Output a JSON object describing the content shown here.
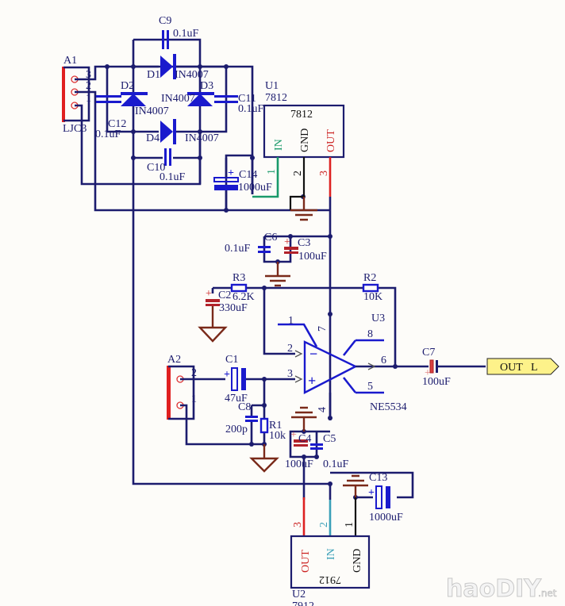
{
  "connectors": {
    "a1": {
      "ref": "A1",
      "type": "LJC3",
      "pins": [
        "3",
        "2",
        "1"
      ]
    },
    "a2": {
      "ref": "A2",
      "pins": [
        "2",
        "1"
      ]
    }
  },
  "diodes": [
    {
      "ref": "D1",
      "value": "IN4007"
    },
    {
      "ref": "D2",
      "value": "IN4007"
    },
    {
      "ref": "D3",
      "value": "IN4007"
    },
    {
      "ref": "D4",
      "value": "IN4007"
    }
  ],
  "capacitors": {
    "c9": {
      "ref": "C9",
      "value": "0.1uF"
    },
    "c10": {
      "ref": "C10",
      "value": "0.1uF"
    },
    "c11": {
      "ref": "C11",
      "value": "0.1uF"
    },
    "c12": {
      "ref": "C12",
      "value": "0.1uF"
    },
    "c14": {
      "ref": "C14",
      "value": "1000uF"
    },
    "c6": {
      "ref": "C6",
      "value": "0.1uF"
    },
    "c3": {
      "ref": "C3",
      "value": "100uF"
    },
    "c2": {
      "ref": "C2",
      "value": "330uF"
    },
    "c1": {
      "ref": "C1",
      "value": "47uF"
    },
    "c8": {
      "ref": "C8",
      "value": "200p"
    },
    "c4": {
      "ref": "C4",
      "value": "100uF"
    },
    "c5": {
      "ref": "C5",
      "value": "0.1uF"
    },
    "c7": {
      "ref": "C7",
      "value": "100uF"
    },
    "c13": {
      "ref": "C13",
      "value": "1000uF"
    }
  },
  "resistors": {
    "r1": {
      "ref": "R1",
      "value": "10k"
    },
    "r2": {
      "ref": "R2",
      "value": "10K"
    },
    "r3": {
      "ref": "R3",
      "value": "6.2K"
    }
  },
  "regulators": {
    "u1": {
      "ref": "U1",
      "part": "7812",
      "body_label": "7812",
      "pins": {
        "in": "IN",
        "gnd": "GND",
        "out": "OUT"
      },
      "pin_numbers": [
        "1",
        "2",
        "3"
      ]
    },
    "u2": {
      "ref": "U2",
      "part": "7912",
      "body_label": "7912",
      "pins": {
        "out": "OUT",
        "in": "IN",
        "gnd": "GND"
      },
      "pin_numbers": [
        "3",
        "2",
        "1"
      ]
    }
  },
  "opamp": {
    "ref": "U3",
    "part": "NE5534",
    "pins": [
      "1",
      "2",
      "3",
      "4",
      "5",
      "6",
      "7",
      "8"
    ],
    "inv": "−",
    "noninv": "+"
  },
  "port": {
    "label": "OUT   L",
    "color": "#fdf28a"
  },
  "watermark": {
    "text": "haoDIY",
    "suffix": ".net"
  }
}
